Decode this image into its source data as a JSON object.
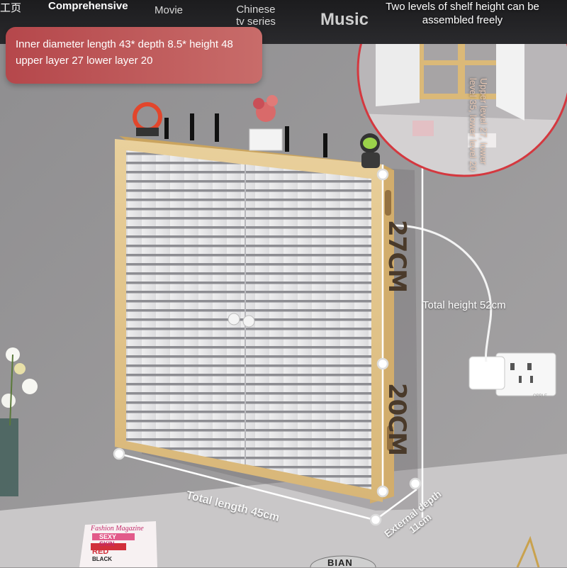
{
  "top_menu": {
    "partial_item": "工页",
    "items": [
      "Comprehensive",
      "Movie",
      "Chinese\ntv series",
      "Music"
    ]
  },
  "callout_text": "Inner diameter length 43* depth 8.5* height 48 upper layer 27 lower layer 20",
  "inset": {
    "title": "Two levels of shelf height can be assembled freely",
    "side_note": "Upper level 27, lower level 35, lower level 20"
  },
  "dimensions": {
    "upper_height": "27CM",
    "lower_height": "20CM",
    "total_height": "Total height 52cm",
    "total_length": "Total length 45cm",
    "external_depth": "External depth 11cm"
  },
  "magazine": {
    "title": "Fashion Magazine",
    "lines": [
      "SEXY",
      "SKIN",
      "RED",
      "BLACK"
    ]
  },
  "socket_brand": "OPPLE",
  "bottom_book": "BIAN",
  "colors": {
    "wood": "#e2c48b",
    "door": "#e9e9ea",
    "wall": "#9a9899",
    "callout": "#b5474b"
  }
}
